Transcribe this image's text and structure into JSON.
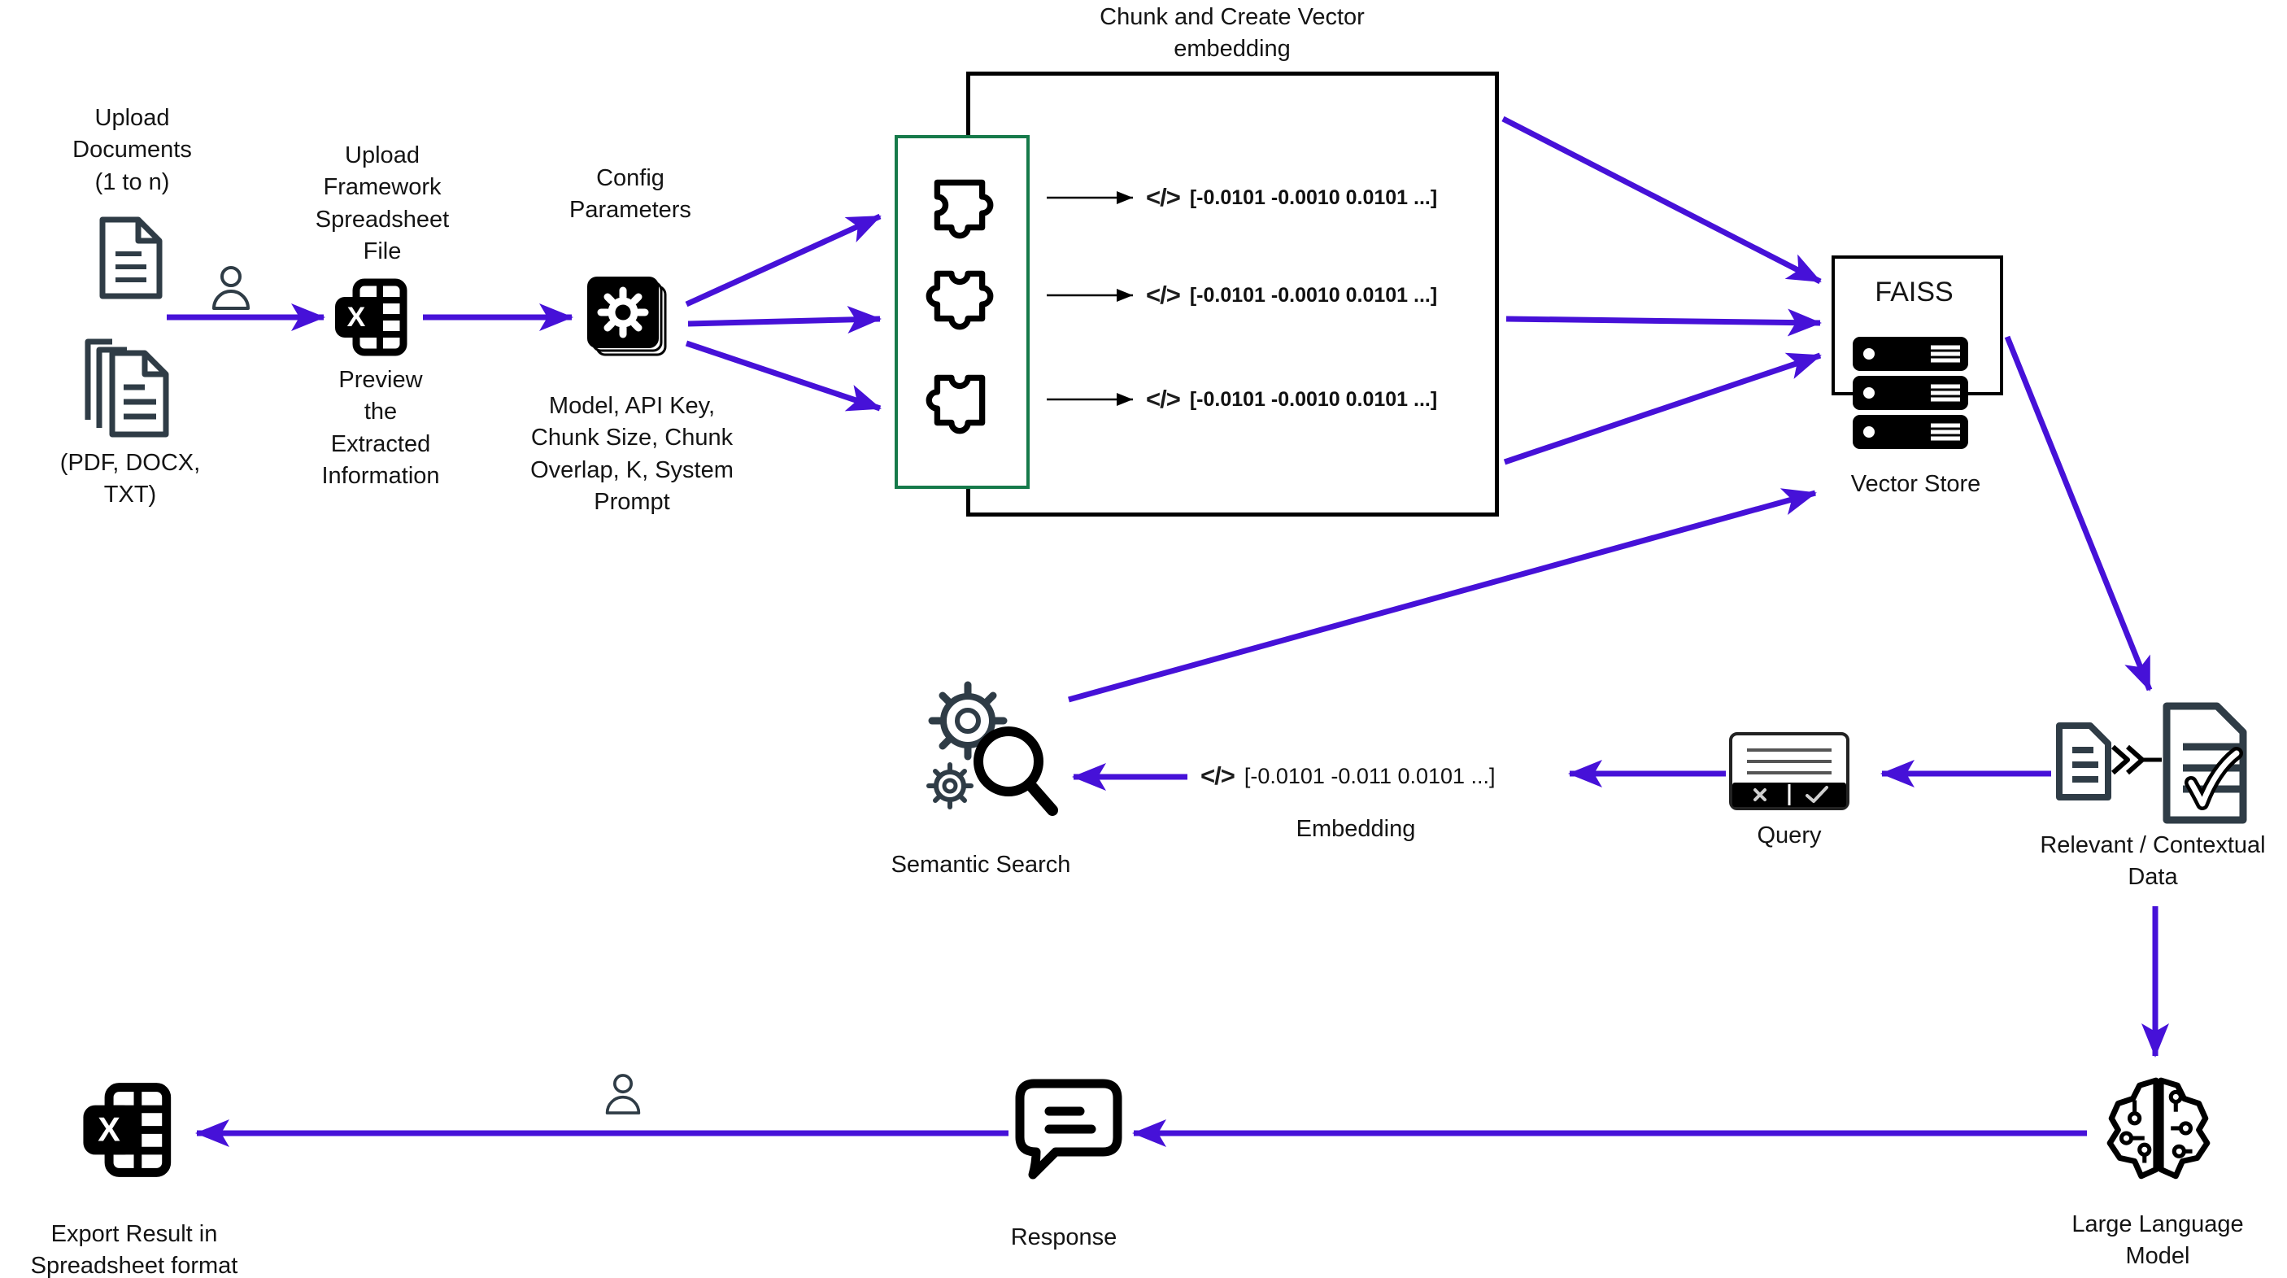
{
  "colors": {
    "arrow": "#4611D8",
    "green": "#167A4A",
    "slate": "#2F3C46",
    "ink": "#141414"
  },
  "upload_documents": {
    "title": "Upload\nDocuments\n(1 to n)",
    "formats": "(PDF, DOCX,\nTXT)"
  },
  "framework": {
    "title": "Upload\nFramework\nSpreadsheet\nFile",
    "subtitle": "Preview\nthe\nExtracted\nInformation"
  },
  "config": {
    "title": "Config\nParameters",
    "subtitle": "Model, API Key,\nChunk Size, Chunk\nOverlap, K, System\nPrompt"
  },
  "chunk_box": {
    "title": "Chunk and Create Vector\nembedding",
    "rows": [
      {
        "vector": "[-0.0101 -0.0010  0.0101  ...]"
      },
      {
        "vector": "[-0.0101 -0.0010  0.0101  ...]"
      },
      {
        "vector": "[-0.0101 -0.0010  0.0101  ...]"
      }
    ]
  },
  "vector_store": {
    "title": "FAISS",
    "label": "Vector Store"
  },
  "semantic_search": {
    "label": "Semantic Search"
  },
  "embedding": {
    "vector": "[-0.0101 -0.011  0.0101 ...]",
    "label": "Embedding"
  },
  "query": {
    "label": "Query"
  },
  "relevant_data": {
    "label": "Relevant / Contextual\nData"
  },
  "llm": {
    "label": "Large Language\nModel"
  },
  "response": {
    "label": "Response"
  },
  "export": {
    "label": "Export Result in\nSpreadsheet format"
  },
  "glyphs": {
    "code": "</>",
    "excel_x": "X"
  }
}
